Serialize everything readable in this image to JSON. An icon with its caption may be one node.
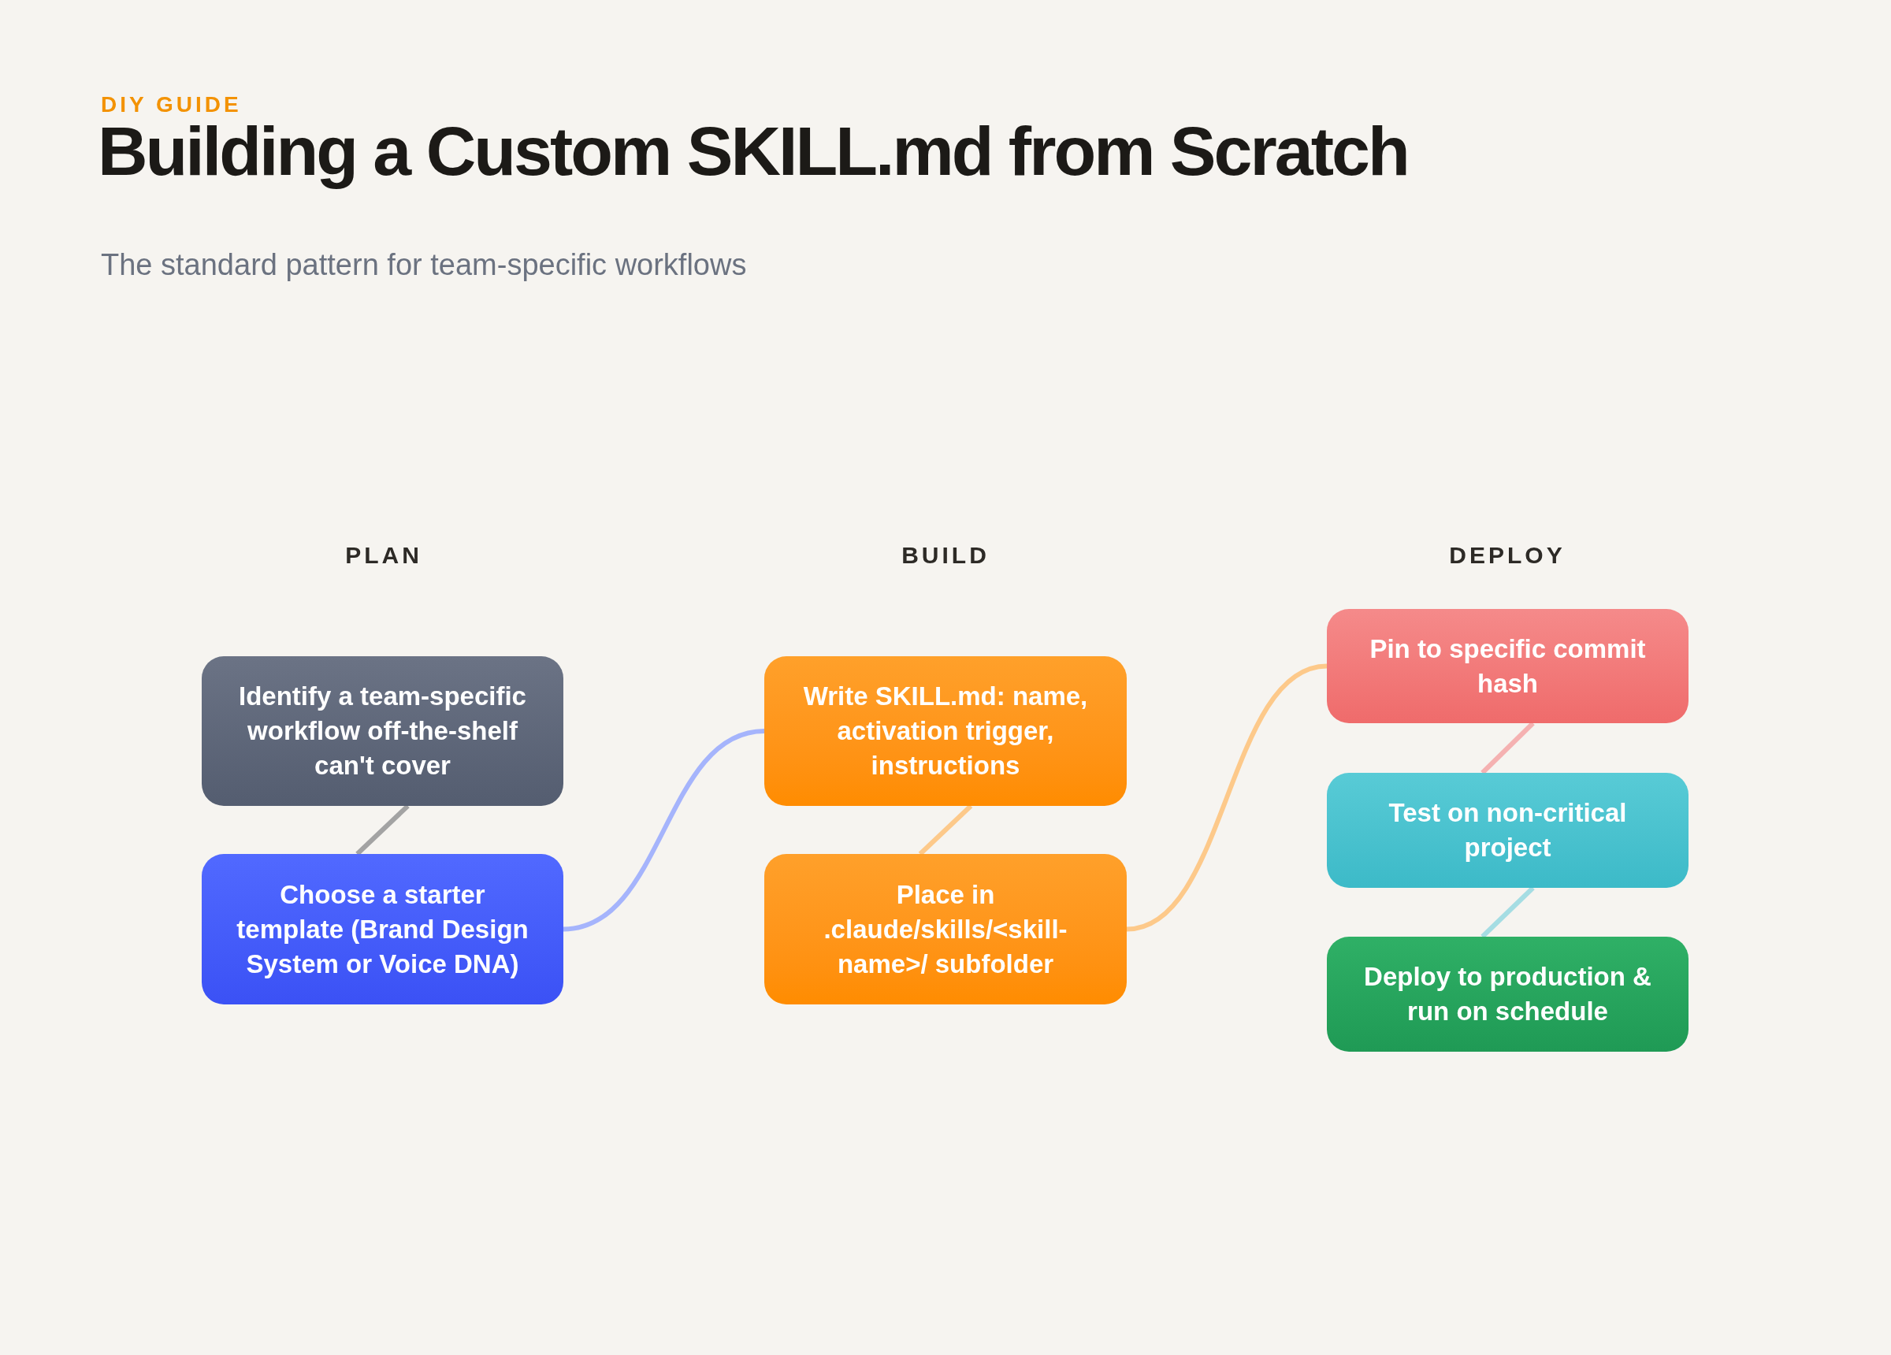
{
  "diagram": {
    "title": "Building a Custom SKILL.md from Scratch",
    "nodes": [
      {
        "text": [
          "Identify a team-specific workflow off-the-shelf can't cover"
        ]
      },
      {
        "text": [
          "Choose a starter template (Brand Design System or Voice DNA)"
        ]
      },
      {
        "text": [
          "Write SKILL.md: name, activation trigger, instructions"
        ]
      },
      {
        "text": [
          "Place in .claude/skills/<skill-name>/ subfolder"
        ]
      },
      {
        "text": [
          "Pin to specific commit hash"
        ]
      },
      {
        "text": [
          "Test on non-critical project"
        ]
      },
      {
        "text": [
          "Deploy to production & run on schedule"
        ]
      }
    ],
    "edges": [
      {
        "from": 0,
        "to": 1,
        "arrow": "none",
        "color": "#a3a3a3"
      },
      {
        "from": 1,
        "to": 2,
        "arrow": "none",
        "color": "#a5b4fc"
      },
      {
        "from": 2,
        "to": 3,
        "arrow": "none",
        "color": "#fdc98a"
      },
      {
        "from": 3,
        "to": 4,
        "arrow": "none",
        "color": "#fdc98a"
      },
      {
        "from": 4,
        "to": 5,
        "arrow": "none",
        "color": "#f5b1b1"
      },
      {
        "from": 5,
        "to": 6,
        "arrow": "none",
        "color": "#a5dde3"
      }
    ],
    "labels": [
      "DIY GUIDE",
      "The standard pattern for team-specific workflows",
      "PLAN",
      "BUILD",
      "DEPLOY"
    ]
  }
}
